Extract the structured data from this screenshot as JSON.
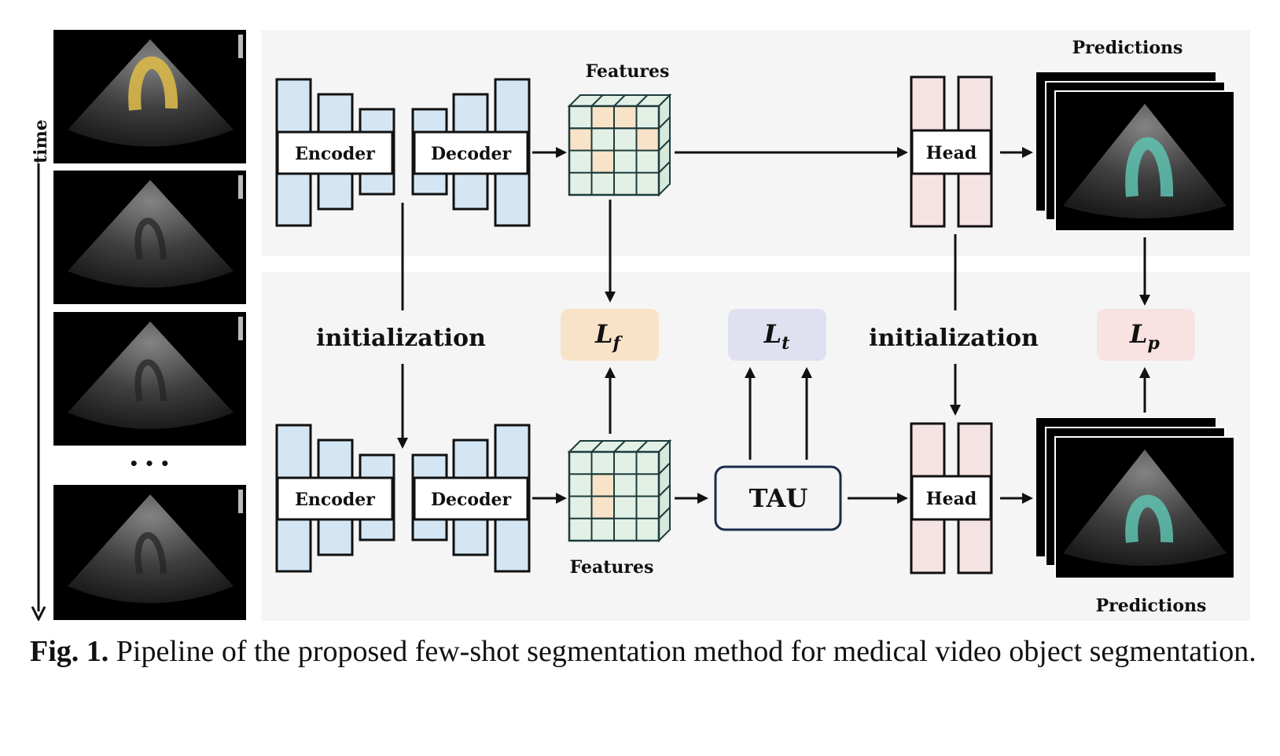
{
  "labels": {
    "time": "time",
    "encoder": "Encoder",
    "decoder": "Decoder",
    "features": "Features",
    "head": "Head",
    "predictions": "Predictions",
    "initialization": "initialization",
    "tau": "TAU",
    "ellipsis": "• • •"
  },
  "losses": {
    "feature": {
      "base": "L",
      "sub": "f"
    },
    "temporal": {
      "base": "L",
      "sub": "t"
    },
    "prediction": {
      "base": "L",
      "sub": "p"
    }
  },
  "caption": {
    "label": "Fig. 1.",
    "text": "Pipeline of the proposed few-shot segmentation method for medical video object segmentation."
  },
  "colors": {
    "panel_bg": "#f5f5f5",
    "encdec_fill": "#d4e6f4",
    "head_fill": "#f5e3e3",
    "feature_grid": "#e2f0e6",
    "feature_highlight": "#f8e3c8",
    "lf_box": "#f8e3c8",
    "lt_box": "#dfe1f0",
    "lp_box": "#f8e2e2",
    "tau_box": "#f4f4f4",
    "seg_yellow": "#d8b74a",
    "seg_cyan": "#5fc2b0"
  }
}
